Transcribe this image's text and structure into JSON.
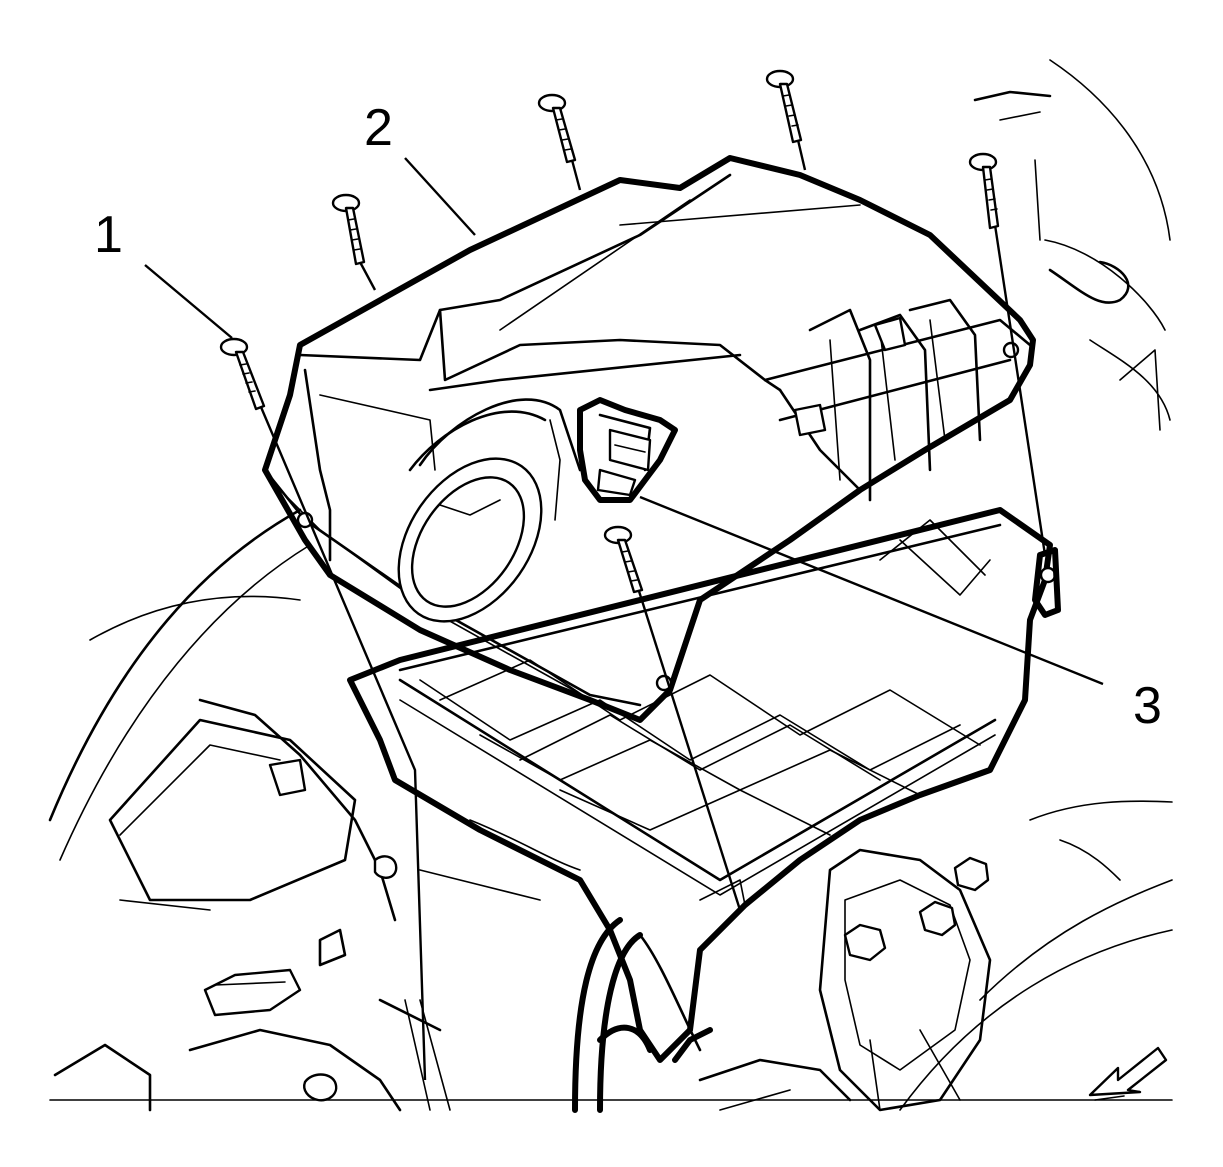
{
  "callouts": {
    "c1": "1",
    "c2": "2",
    "c3": "3"
  },
  "icons": {
    "view_arrow": "direction-arrow-icon"
  }
}
